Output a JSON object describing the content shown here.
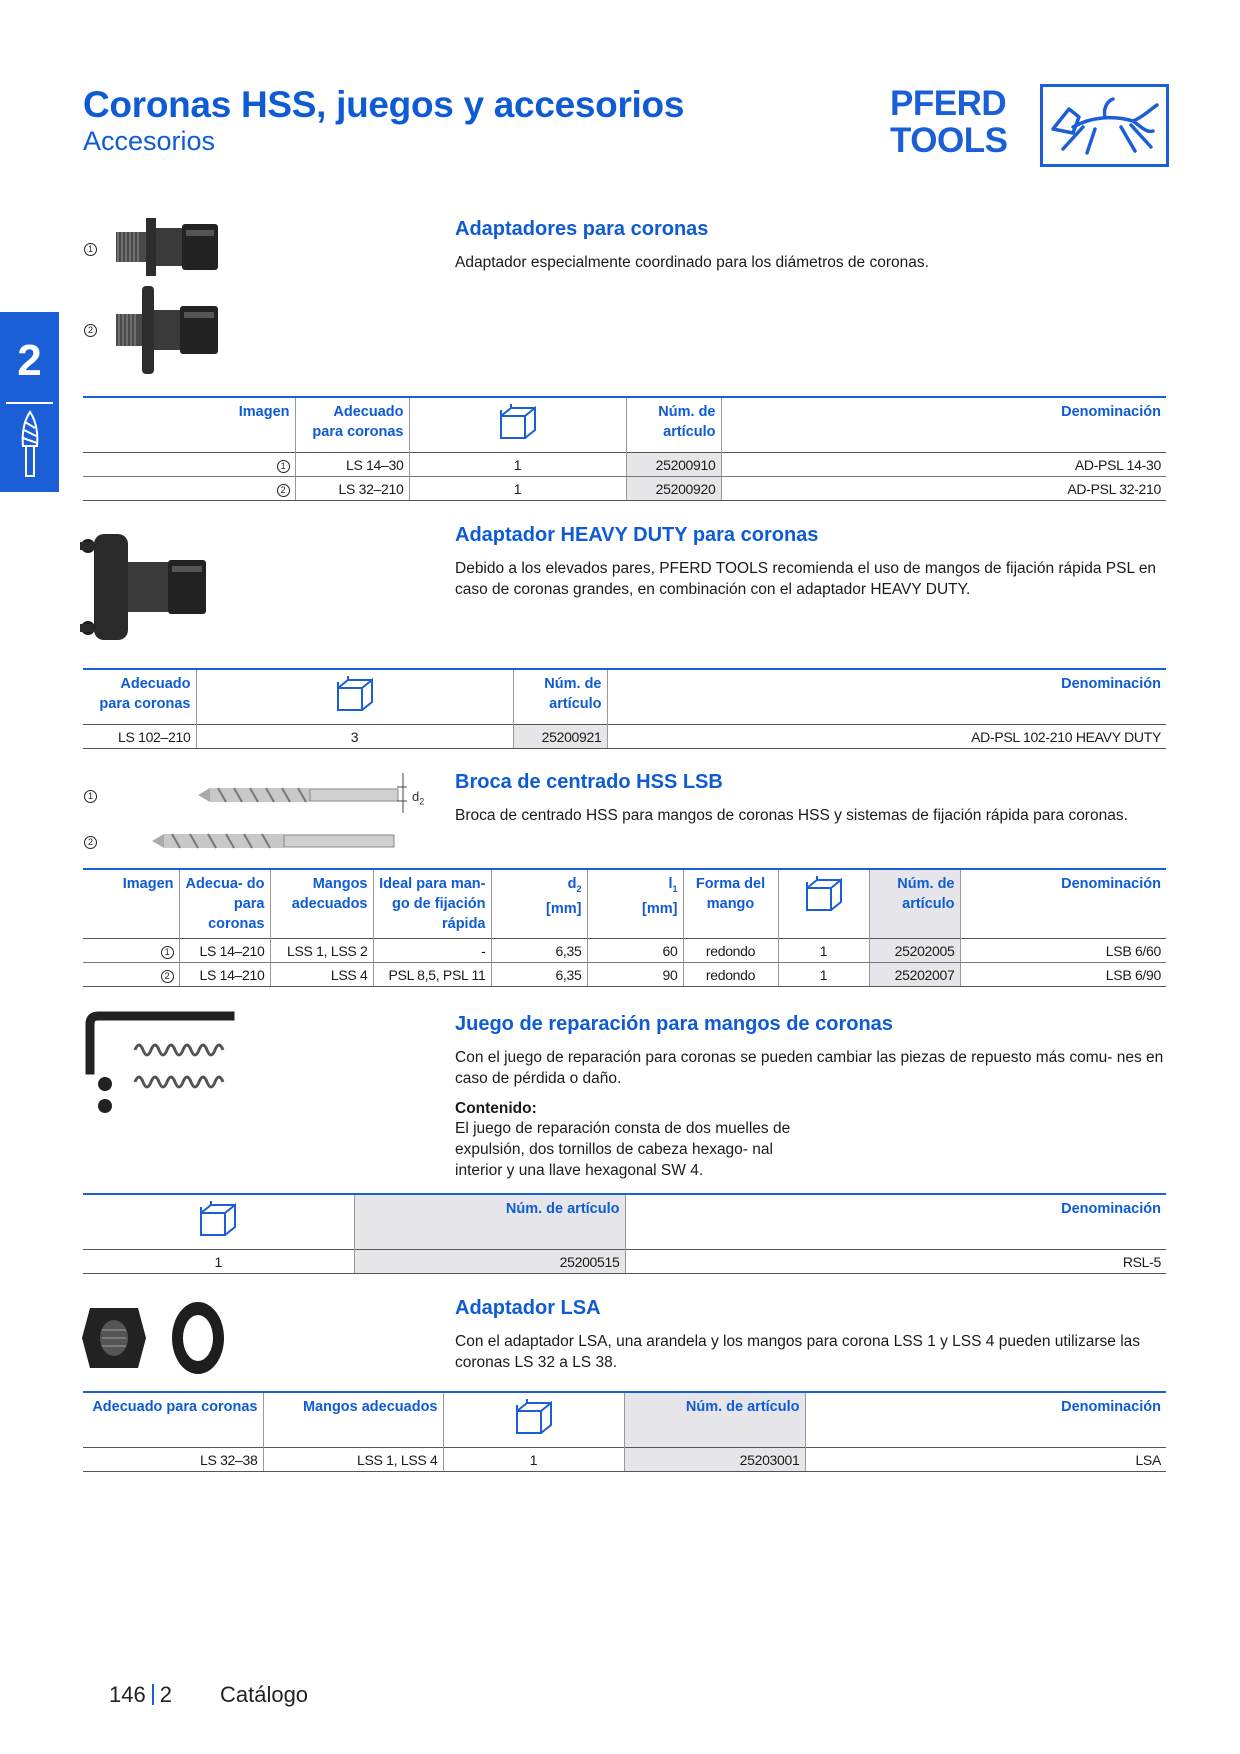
{
  "header": {
    "title": "Coronas HSS, juegos y accesorios",
    "subtitle": "Accesorios",
    "logo_line1": "PFERD",
    "logo_line2": "TOOLS"
  },
  "side_tab": {
    "number": "2"
  },
  "markers": {
    "one": "1",
    "two": "2"
  },
  "sections": {
    "adapters": {
      "title": "Adaptadores para coronas",
      "text": "Adaptador especialmente coordinado para los diámetros de coronas.",
      "headers": {
        "image": "Imagen",
        "suitable": "Adecuado para coronas",
        "article": "Núm. de artículo",
        "designation": "Denominación"
      },
      "rows": [
        {
          "marker": "1",
          "suitable": "LS 14–30",
          "qty": "1",
          "article": "25200910",
          "designation": "AD-PSL 14-30"
        },
        {
          "marker": "2",
          "suitable": "LS 32–210",
          "qty": "1",
          "article": "25200920",
          "designation": "AD-PSL 32-210"
        }
      ]
    },
    "heavy_duty": {
      "title": "Adaptador HEAVY DUTY para coronas",
      "text": "Debido a los elevados pares, PFERD TOOLS recomienda el uso de mangos de fijación rápida PSL en caso de coronas grandes, en combinación con el adaptador HEAVY DUTY.",
      "headers": {
        "suitable": "Adecuado para coronas",
        "article": "Núm. de artículo",
        "designation": "Denominación"
      },
      "rows": [
        {
          "suitable": "LS 102–210",
          "qty": "3",
          "article": "25200921",
          "designation": "AD-PSL 102-210 HEAVY DUTY"
        }
      ]
    },
    "drill": {
      "title": "Broca de centrado HSS LSB",
      "text": "Broca de centrado HSS para mangos de coronas HSS y sistemas de fijación rápida para coronas.",
      "dimension_label": "d",
      "dimension_sub": "2",
      "headers": {
        "image": "Imagen",
        "suitable": "Adecua- do para coronas",
        "shanks": "Mangos adecuados",
        "ideal": "Ideal para man- go de fijación rápida",
        "d2": "d",
        "d2_sub": "2",
        "d2_unit": "[mm]",
        "l1": "l",
        "l1_sub": "1",
        "l1_unit": "[mm]",
        "shape": "Forma del mango",
        "article": "Núm. de artículo",
        "designation": "Denominación"
      },
      "rows": [
        {
          "marker": "1",
          "suitable": "LS 14–210",
          "shanks": "LSS 1, LSS 2",
          "ideal": "-",
          "d2": "6,35",
          "l1": "60",
          "shape": "redondo",
          "qty": "1",
          "article": "25202005",
          "designation": "LSB 6/60"
        },
        {
          "marker": "2",
          "suitable": "LS 14–210",
          "shanks": "LSS 4",
          "ideal": "PSL 8,5, PSL 11",
          "d2": "6,35",
          "l1": "90",
          "shape": "redondo",
          "qty": "1",
          "article": "25202007",
          "designation": "LSB 6/90"
        }
      ]
    },
    "repair": {
      "title": "Juego de reparación para mangos de coronas",
      "text": "Con el juego de reparación para coronas se pueden cambiar las piezas de repuesto más comu- nes en caso de pérdida o daño.",
      "contents_label": "Contenido:",
      "contents_text": "El juego de reparación consta de dos muelles de expulsión, dos tornillos de cabeza hexago- nal interior y una llave hexagonal SW 4.",
      "headers": {
        "article": "Núm. de artículo",
        "designation": "Denominación"
      },
      "rows": [
        {
          "qty": "1",
          "article": "25200515",
          "designation": "RSL-5"
        }
      ]
    },
    "lsa": {
      "title": "Adaptador LSA",
      "text": "Con el adaptador LSA, una arandela y los mangos para corona LSS 1 y LSS 4 pueden utilizarse las coronas LS 32 a LS 38.",
      "headers": {
        "suitable": "Adecuado para coronas",
        "shanks": "Mangos adecuados",
        "article": "Núm. de artículo",
        "designation": "Denominación"
      },
      "rows": [
        {
          "suitable": "LS 32–38",
          "shanks": "LSS 1, LSS 4",
          "qty": "1",
          "article": "25203001",
          "designation": "LSA"
        }
      ]
    }
  },
  "footer": {
    "page": "146",
    "chapter": "2",
    "label": "Catálogo"
  },
  "colors": {
    "brand_blue": "#1b5fd6",
    "heading_blue": "#0f5bd4",
    "shade": "#e6e6ea"
  }
}
